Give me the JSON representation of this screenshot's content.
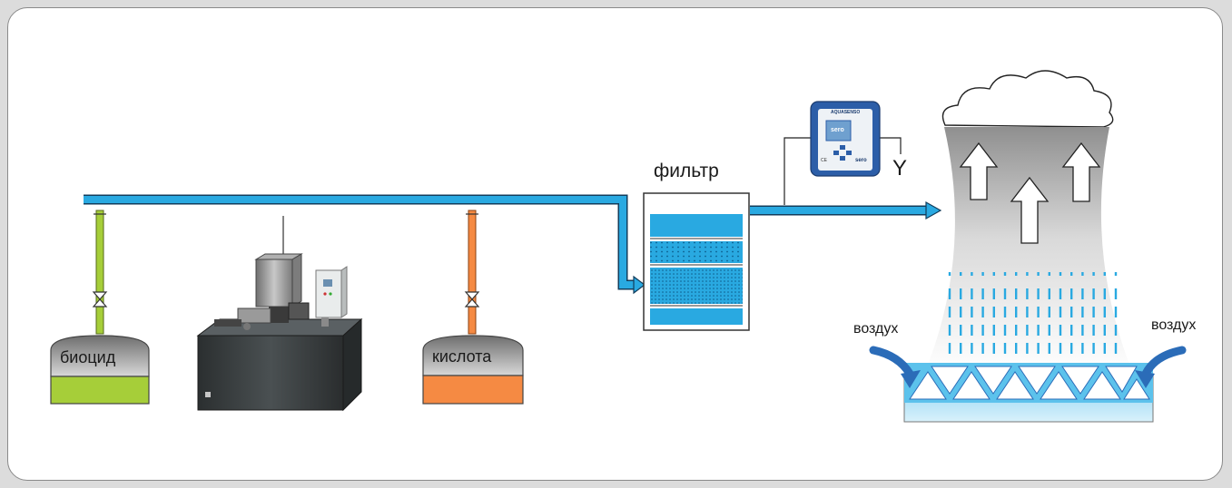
{
  "labels": {
    "biocide": "биоцид",
    "acid": "кислота",
    "filter": "фильтр",
    "air_left": "воздух",
    "air_right": "воздух",
    "sensor_output": "Y"
  },
  "controller": {
    "brand_top": "AQUASENSO",
    "brand_bottom": "sero",
    "screen_brand": "sero",
    "ce": "CE"
  },
  "colors": {
    "water": "#29a9e1",
    "water_light": "#b7e4f7",
    "biocide": "#a6ce39",
    "acid": "#f58a43",
    "tank_top": "#8c8c8c",
    "air_arrow": "#2b6cb8",
    "controller_blue": "#2c5ea8"
  },
  "icons": {
    "valve": "valve-icon",
    "air": "air-arrow-icon",
    "updraft": "up-arrow-icon"
  }
}
